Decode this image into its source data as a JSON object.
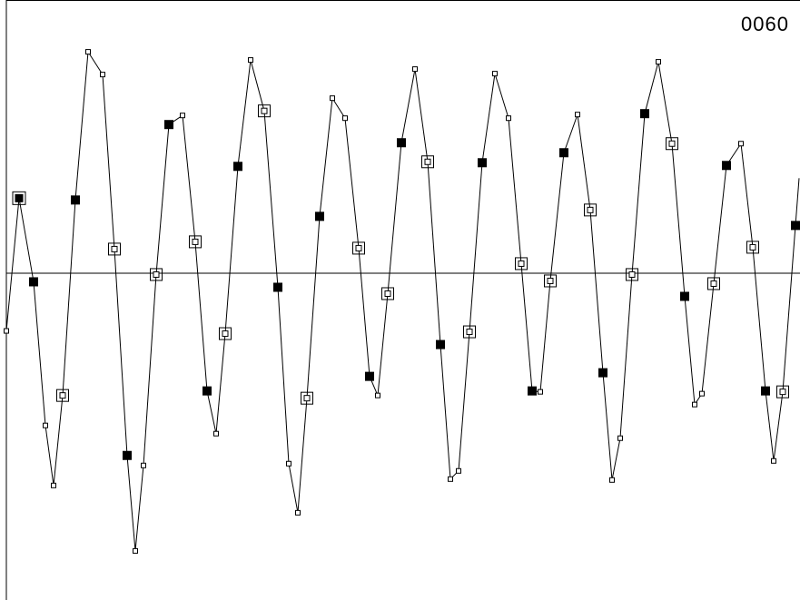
{
  "counter": "0060",
  "colors": {
    "line": "#000000",
    "background": "#ffffff"
  },
  "chart_data": {
    "type": "line",
    "title": "",
    "xlabel": "",
    "ylabel": "",
    "xlim": [
      0,
      880
    ],
    "ylim": [
      -360,
      300
    ],
    "grid": false,
    "baseline": 0,
    "points": [
      {
        "x": 7,
        "y": -64,
        "m": "small"
      },
      {
        "x": 21,
        "y": 82,
        "m": "filled-boxed"
      },
      {
        "x": 37,
        "y": -10,
        "m": "filled"
      },
      {
        "x": 50,
        "y": -168,
        "m": "small"
      },
      {
        "x": 59,
        "y": -234,
        "m": "small"
      },
      {
        "x": 69,
        "y": -135,
        "m": "boxed"
      },
      {
        "x": 83,
        "y": 80,
        "m": "filled"
      },
      {
        "x": 97,
        "y": 243,
        "m": "small"
      },
      {
        "x": 113,
        "y": 218,
        "m": "small"
      },
      {
        "x": 126,
        "y": 26,
        "m": "boxed"
      },
      {
        "x": 140,
        "y": -201,
        "m": "filled"
      },
      {
        "x": 149,
        "y": -306,
        "m": "small"
      },
      {
        "x": 158,
        "y": -212,
        "m": "small"
      },
      {
        "x": 172,
        "y": -2,
        "m": "boxed"
      },
      {
        "x": 186,
        "y": 163,
        "m": "filled"
      },
      {
        "x": 201,
        "y": 173,
        "m": "small"
      },
      {
        "x": 215,
        "y": 34,
        "m": "boxed"
      },
      {
        "x": 228,
        "y": -130,
        "m": "filled"
      },
      {
        "x": 238,
        "y": -177,
        "m": "small"
      },
      {
        "x": 248,
        "y": -67,
        "m": "boxed"
      },
      {
        "x": 262,
        "y": 117,
        "m": "filled"
      },
      {
        "x": 276,
        "y": 234,
        "m": "small"
      },
      {
        "x": 291,
        "y": 178,
        "m": "boxed"
      },
      {
        "x": 306,
        "y": -16,
        "m": "filled"
      },
      {
        "x": 318,
        "y": -210,
        "m": "small"
      },
      {
        "x": 328,
        "y": -264,
        "m": "small"
      },
      {
        "x": 338,
        "y": -138,
        "m": "boxed"
      },
      {
        "x": 352,
        "y": 62,
        "m": "filled"
      },
      {
        "x": 366,
        "y": 192,
        "m": "small"
      },
      {
        "x": 380,
        "y": 170,
        "m": "small"
      },
      {
        "x": 395,
        "y": 27,
        "m": "boxed"
      },
      {
        "x": 407,
        "y": -114,
        "m": "filled"
      },
      {
        "x": 416,
        "y": -135,
        "m": "small"
      },
      {
        "x": 427,
        "y": -23,
        "m": "boxed"
      },
      {
        "x": 442,
        "y": 143,
        "m": "filled"
      },
      {
        "x": 457,
        "y": 224,
        "m": "small"
      },
      {
        "x": 471,
        "y": 122,
        "m": "boxed"
      },
      {
        "x": 485,
        "y": -79,
        "m": "filled"
      },
      {
        "x": 496,
        "y": -227,
        "m": "small"
      },
      {
        "x": 505,
        "y": -218,
        "m": "small"
      },
      {
        "x": 517,
        "y": -65,
        "m": "boxed"
      },
      {
        "x": 531,
        "y": 121,
        "m": "filled"
      },
      {
        "x": 545,
        "y": 219,
        "m": "small"
      },
      {
        "x": 560,
        "y": 170,
        "m": "small"
      },
      {
        "x": 574,
        "y": 10,
        "m": "boxed"
      },
      {
        "x": 586,
        "y": -130,
        "m": "filled"
      },
      {
        "x": 595,
        "y": -131,
        "m": "small"
      },
      {
        "x": 606,
        "y": -9,
        "m": "boxed"
      },
      {
        "x": 621,
        "y": 132,
        "m": "filled"
      },
      {
        "x": 636,
        "y": 174,
        "m": "small"
      },
      {
        "x": 650,
        "y": 69,
        "m": "boxed"
      },
      {
        "x": 664,
        "y": -110,
        "m": "filled"
      },
      {
        "x": 674,
        "y": -228,
        "m": "small"
      },
      {
        "x": 683,
        "y": -182,
        "m": "small"
      },
      {
        "x": 696,
        "y": -2,
        "m": "boxed"
      },
      {
        "x": 710,
        "y": 175,
        "m": "filled"
      },
      {
        "x": 725,
        "y": 232,
        "m": "small"
      },
      {
        "x": 740,
        "y": 142,
        "m": "boxed"
      },
      {
        "x": 754,
        "y": -26,
        "m": "filled"
      },
      {
        "x": 765,
        "y": -145,
        "m": "small"
      },
      {
        "x": 773,
        "y": -133,
        "m": "small"
      },
      {
        "x": 786,
        "y": -12,
        "m": "boxed"
      },
      {
        "x": 800,
        "y": 118,
        "m": "filled"
      },
      {
        "x": 816,
        "y": 142,
        "m": "small"
      },
      {
        "x": 829,
        "y": 28,
        "m": "boxed"
      },
      {
        "x": 843,
        "y": -130,
        "m": "filled"
      },
      {
        "x": 852,
        "y": -207,
        "m": "small"
      },
      {
        "x": 862,
        "y": -131,
        "m": "boxed"
      },
      {
        "x": 876,
        "y": 52,
        "m": "filled"
      },
      {
        "x": 880,
        "y": 104,
        "m": "none"
      }
    ]
  }
}
